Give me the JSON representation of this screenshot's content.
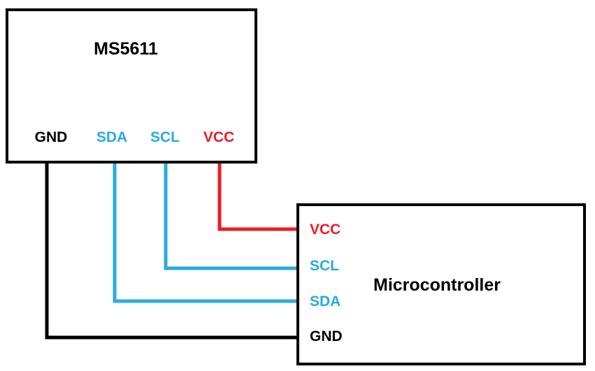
{
  "diagram": {
    "type": "wiring-diagram",
    "sensor": {
      "title": "MS5611",
      "pins": [
        {
          "name": "GND",
          "color": "#000000"
        },
        {
          "name": "SDA",
          "color": "#29ABE2"
        },
        {
          "name": "SCL",
          "color": "#29ABE2"
        },
        {
          "name": "VCC",
          "color": "#EE1C25"
        }
      ]
    },
    "microcontroller": {
      "title": "Microcontroller",
      "pins": [
        {
          "name": "VCC",
          "color": "#EE1C25"
        },
        {
          "name": "SCL",
          "color": "#29ABE2"
        },
        {
          "name": "SDA",
          "color": "#29ABE2"
        },
        {
          "name": "GND",
          "color": "#000000"
        }
      ]
    },
    "wires": [
      {
        "signal": "GND",
        "from": "MS5611.GND",
        "to": "Microcontroller.GND",
        "color": "#000000"
      },
      {
        "signal": "SDA",
        "from": "MS5611.SDA",
        "to": "Microcontroller.SDA",
        "color": "#29ABE2"
      },
      {
        "signal": "SCL",
        "from": "MS5611.SCL",
        "to": "Microcontroller.SCL",
        "color": "#29ABE2"
      },
      {
        "signal": "VCC",
        "from": "MS5611.VCC",
        "to": "Microcontroller.VCC",
        "color": "#EE1C25"
      }
    ],
    "colors": {
      "ground_and_outline": "#000000",
      "i2c_blue": "#29ABE2",
      "power_red": "#EE1C25",
      "background": "#ffffff"
    }
  }
}
